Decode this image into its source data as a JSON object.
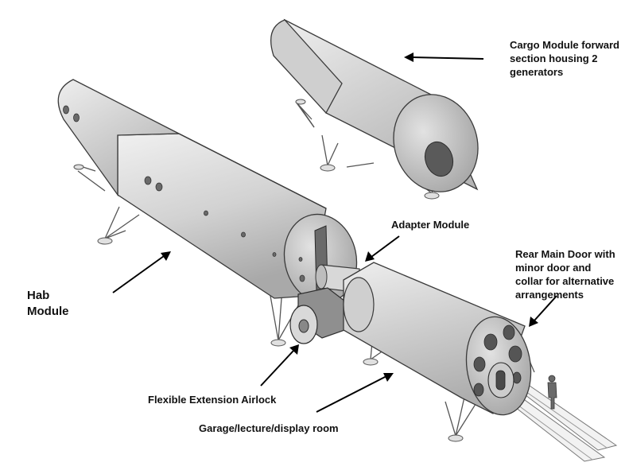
{
  "figure": {
    "labels": {
      "cargo": [
        "Cargo Module forward",
        "section housing 2",
        "generators"
      ],
      "adapter": [
        "Adapter Module"
      ],
      "rear_door": [
        "Rear Main Door with",
        "minor door and",
        "collar for alternative",
        "arrangements"
      ],
      "hab": [
        "Hab",
        "Module"
      ],
      "airlock": [
        "Flexible Extension Airlock"
      ],
      "garage": [
        "Garage/lecture/display room"
      ]
    }
  },
  "colors": {
    "background": "#ffffff",
    "module_light": "#e4e4e4",
    "module_dark": "#9a9a9a",
    "outline": "#3a3a3a",
    "text": "#111111"
  }
}
